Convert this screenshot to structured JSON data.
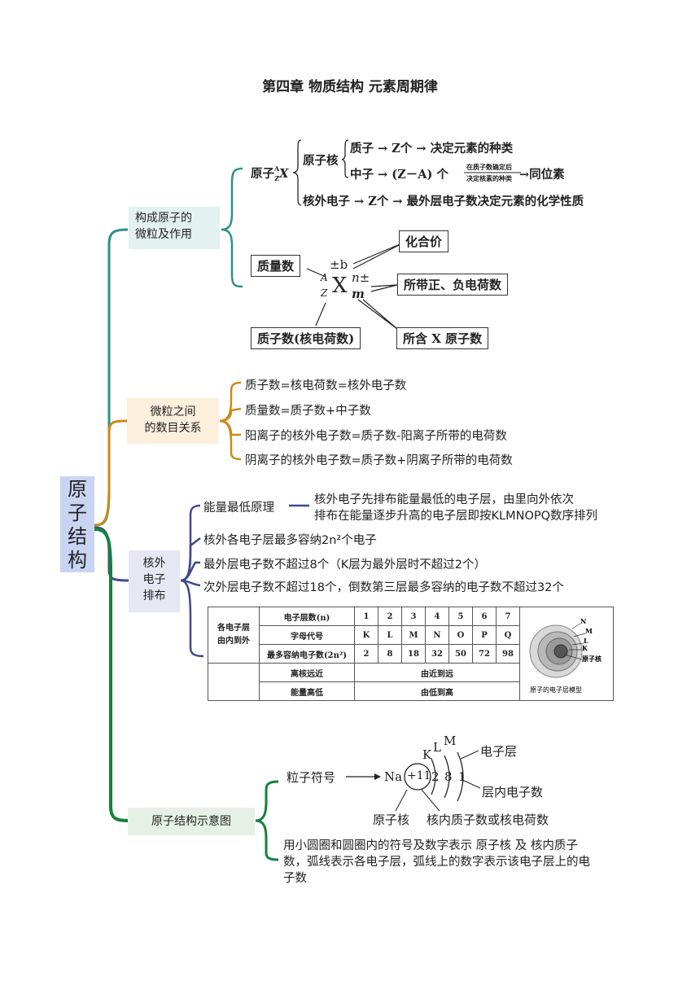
{
  "title": "第四章  物质结构  元素周期律",
  "root": {
    "label": "原子结构",
    "chars": [
      "原",
      "子",
      "结",
      "构"
    ]
  },
  "branches": {
    "b1": {
      "label_line1": "构成原子的",
      "label_line2": "微粒及作用",
      "atom_label": "原子",
      "nucleus_label": "原子核",
      "proton_line": "质子 → Z个 → 决定元素的种类",
      "neutron_line_a": "中子 → (Z－A) 个",
      "neutron_arrow_top": "在质子数确定后",
      "neutron_arrow_bottom": "决定核素的种类",
      "neutron_line_b": "→同位素",
      "electron_line": "核外电子 → Z个 → 最外层电子数决定元素的化学性质",
      "box_mass": "质量数",
      "box_valence": "化合价",
      "box_charge": "所带正、负电荷数",
      "box_proton": "质子数(核电荷数)",
      "box_count": "所含 X 原子数",
      "sym_A": "A",
      "sym_Z": "Z",
      "sym_X": "X",
      "sym_pm_b": "±b",
      "sym_n_pm": "n±",
      "sym_m": "m"
    },
    "b2": {
      "label_line1": "微粒之间",
      "label_line2": "的数目关系",
      "items": [
        "质子数=核电荷数=核外电子数",
        "质量数=质子数+中子数",
        "阳离子的核外电子数=质子数-阳离子所带的电荷数",
        "阴离子的核外电子数=质子数+阴离子所带的电荷数"
      ]
    },
    "b3": {
      "label_line1": "核外",
      "label_line2": "电子",
      "label_line3": "排布",
      "rule1": "能量最低原理",
      "rule1_desc1": "核外电子先排布能量最低的电子层，由里向外依次",
      "rule1_desc2": "排布在能量逐步升高的电子层即按KLMNOPQ数序排列",
      "rule2": "核外各电子层最多容纳2n²个电子",
      "rule3": "最外层电子数不超过8个（K层为最外层时不超过2个）",
      "rule4": "次外层电子数不超过18个，倒数第三层最多容纳的电子数不超过32个",
      "table": {
        "side_label_1": "各电子层",
        "side_label_2": "由内到外",
        "row1_label": "电子层数(n)",
        "row1": [
          "1",
          "2",
          "3",
          "4",
          "5",
          "6",
          "7"
        ],
        "row2_label": "字母代号",
        "row2": [
          "K",
          "L",
          "M",
          "N",
          "O",
          "P",
          "Q"
        ],
        "row3_label": "最多容纳电子数(2n²)",
        "row3": [
          "2",
          "8",
          "18",
          "32",
          "50",
          "72",
          "98"
        ],
        "row4_label": "离核远近",
        "row4_value": "由近到远",
        "row5_label": "能量高低",
        "row5_value": "由低到高",
        "model_caption": "原子的电子层模型",
        "model_labels": [
          "N",
          "M",
          "L",
          "K",
          "原子核"
        ]
      }
    },
    "b4": {
      "label": "原子结构示意图",
      "particle_symbol": "粒子符号",
      "element": "Na",
      "nucleus_charge": "+11",
      "shells": [
        "2",
        "8",
        "1"
      ],
      "shell_letters": [
        "K",
        "L",
        "M"
      ],
      "label_shell": "电子层",
      "label_shell_electrons": "层内电子数",
      "label_nucleus": "原子核",
      "label_proton": "核内质子数或核电荷数",
      "desc1": "用小圆圈和圆圈内的符号及数字表示  原子核  及  核内质子",
      "desc2": "数，弧线表示各电子层，弧线上的数字表示该电子层上的电",
      "desc3": "子数"
    }
  },
  "colors": {
    "teal": "#2f8f8a",
    "orange": "#c98a18",
    "navy": "#3e4a8c",
    "green": "#16813a",
    "root_bg": "#c9d4f3"
  }
}
